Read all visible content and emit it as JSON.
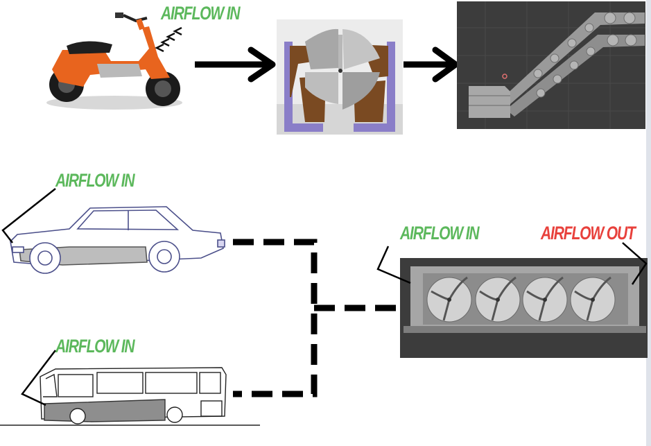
{
  "colors": {
    "airflow_in": "#5cb85c",
    "airflow_out": "#e8413c",
    "scooter_body": "#e8641e",
    "render_bg": "#3c3c3c",
    "model_grey": "#9a9a9a",
    "wood": "#7a4a22",
    "purple_frame": "#8a7ec8"
  },
  "labels": {
    "scooter_in": "AIRFLOW IN",
    "car_in": "AIRFLOW IN",
    "bus_in": "AIRFLOW IN",
    "box_in": "AIRFLOW IN",
    "box_out": "AIRFLOW OUT"
  },
  "icons": [
    "scooter-image",
    "turbine-model",
    "gear-conveyor-render",
    "car-sketch",
    "bus-sketch",
    "turbine-box-render",
    "solid-arrow",
    "dashed-connector"
  ]
}
